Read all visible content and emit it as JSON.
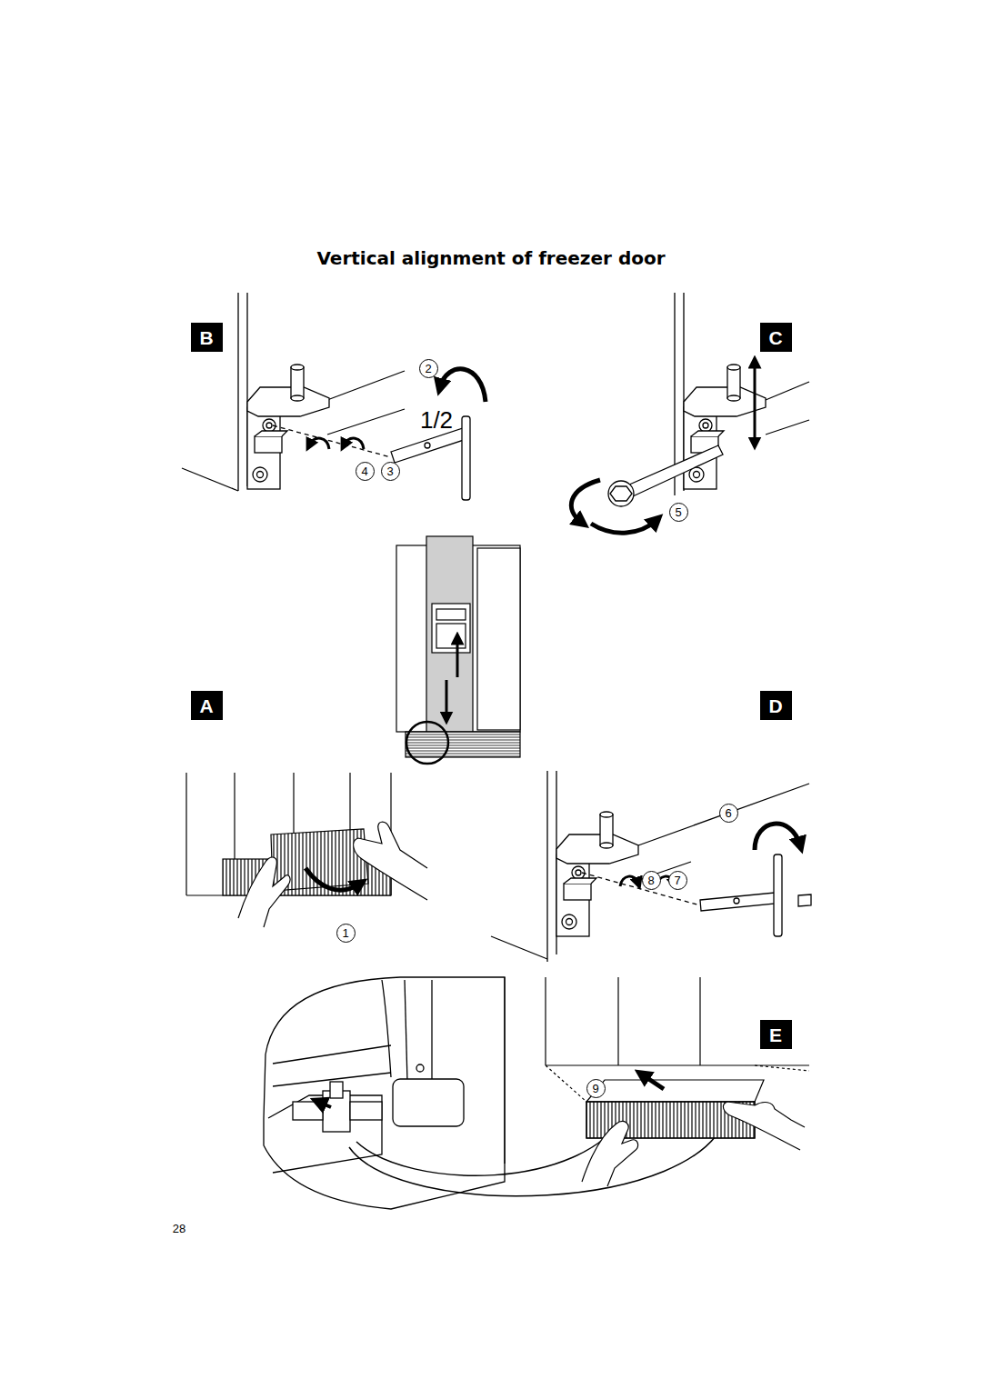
{
  "diagram": {
    "title": "Vertical alignment of freezer door",
    "nodes": [
      {
        "text": [
          "B"
        ]
      },
      {
        "text": [
          "C"
        ]
      },
      {
        "text": [
          "2"
        ]
      },
      {
        "text": [
          "4"
        ]
      },
      {
        "text": [
          "3"
        ]
      },
      {
        "text": [
          "5"
        ]
      },
      {
        "text": [
          "A"
        ]
      },
      {
        "text": [
          "D"
        ]
      },
      {
        "text": [
          "6"
        ]
      },
      {
        "text": [
          "8"
        ]
      },
      {
        "text": [
          "7"
        ]
      },
      {
        "text": [
          "1"
        ]
      },
      {
        "text": [
          "E"
        ]
      },
      {
        "text": [
          "9"
        ]
      }
    ],
    "labels": [
      "1/2",
      "28"
    ]
  }
}
